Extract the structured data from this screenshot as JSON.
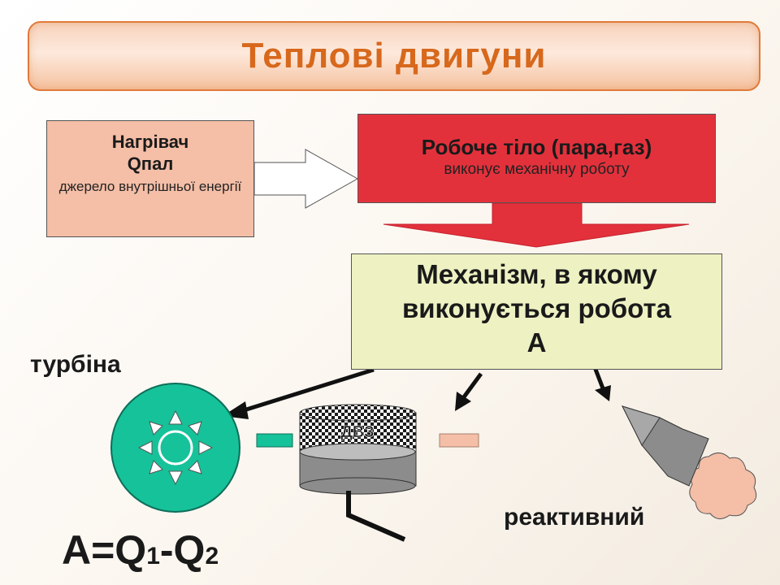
{
  "title": "Теплові двигуни",
  "heater": {
    "name": "Нагрівач",
    "heat": "Qпал",
    "description": "джерело внутрішньої енергії"
  },
  "working_body": {
    "name": "Робоче тіло (пара,газ)",
    "description": "виконує механічну роботу"
  },
  "mechanism": {
    "line1": "Механізм, в якому",
    "line2": "виконується робота",
    "line3": "А"
  },
  "engines": {
    "turbine": "турбіна",
    "ice": "ДВЗ",
    "jet": "реактивний"
  },
  "formula": {
    "lhs": "A=Q",
    "sub1": "1",
    "minus": "-Q",
    "sub2": "2"
  },
  "colors": {
    "title_text": "#d7681c",
    "heater_fill": "#f4bea7",
    "working_body_fill": "#e3313c",
    "mechanism_fill": "#eef1c2",
    "turbine_fill": "#16c29a"
  }
}
